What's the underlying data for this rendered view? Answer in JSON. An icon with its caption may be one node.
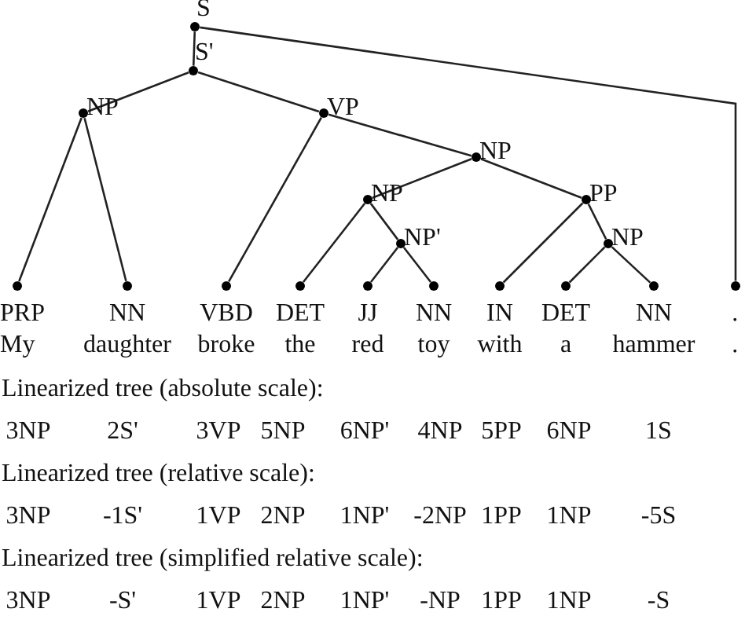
{
  "diagram": {
    "nodes": [
      {
        "text": [
          "S"
        ]
      },
      {
        "text": [
          "S'"
        ]
      },
      {
        "text": [
          "NP"
        ]
      },
      {
        "text": [
          "VP"
        ]
      },
      {
        "text": [
          "NP"
        ]
      },
      {
        "text": [
          "NP"
        ]
      },
      {
        "text": [
          "PP"
        ]
      },
      {
        "text": [
          "NP'"
        ]
      },
      {
        "text": [
          "NP"
        ]
      },
      {
        "text": [
          "PRP",
          "My"
        ]
      },
      {
        "text": [
          "NN",
          "daughter"
        ]
      },
      {
        "text": [
          "VBD",
          "broke"
        ]
      },
      {
        "text": [
          "DET",
          "the"
        ]
      },
      {
        "text": [
          "JJ",
          "red"
        ]
      },
      {
        "text": [
          "NN",
          "toy"
        ]
      },
      {
        "text": [
          "IN",
          "with"
        ]
      },
      {
        "text": [
          "DET",
          "a"
        ]
      },
      {
        "text": [
          "NN",
          "hammer"
        ]
      },
      {
        "text": [
          ".",
          "."
        ]
      }
    ],
    "edges": [
      {
        "from": 0,
        "to": 1,
        "arrow": "none"
      },
      {
        "from": 0,
        "to": 18,
        "arrow": "none"
      },
      {
        "from": 1,
        "to": 2,
        "arrow": "none"
      },
      {
        "from": 1,
        "to": 3,
        "arrow": "none"
      },
      {
        "from": 2,
        "to": 9,
        "arrow": "none"
      },
      {
        "from": 2,
        "to": 10,
        "arrow": "none"
      },
      {
        "from": 3,
        "to": 11,
        "arrow": "none"
      },
      {
        "from": 3,
        "to": 4,
        "arrow": "none"
      },
      {
        "from": 4,
        "to": 5,
        "arrow": "none"
      },
      {
        "from": 4,
        "to": 6,
        "arrow": "none"
      },
      {
        "from": 5,
        "to": 12,
        "arrow": "none"
      },
      {
        "from": 5,
        "to": 7,
        "arrow": "none"
      },
      {
        "from": 7,
        "to": 13,
        "arrow": "none"
      },
      {
        "from": 7,
        "to": 14,
        "arrow": "none"
      },
      {
        "from": 6,
        "to": 15,
        "arrow": "none"
      },
      {
        "from": 6,
        "to": 8,
        "arrow": "none"
      },
      {
        "from": 8,
        "to": 16,
        "arrow": "none"
      },
      {
        "from": 8,
        "to": 17,
        "arrow": "none"
      }
    ],
    "labels": [
      "Linearized tree (absolute scale):",
      "3NP",
      "2S'",
      "3VP",
      "5NP",
      "6NP'",
      "4NP",
      "5PP",
      "6NP",
      "1S",
      "Linearized tree (relative scale):",
      "3NP",
      "-1S'",
      "1VP",
      "2NP",
      "1NP'",
      "-2NP",
      "1PP",
      "1NP",
      "-5S",
      "Linearized tree (simplified relative scale):",
      "3NP",
      "-S'",
      "1VP",
      "2NP",
      "1NP'",
      "-NP",
      "1PP",
      "1NP",
      "-S"
    ]
  }
}
